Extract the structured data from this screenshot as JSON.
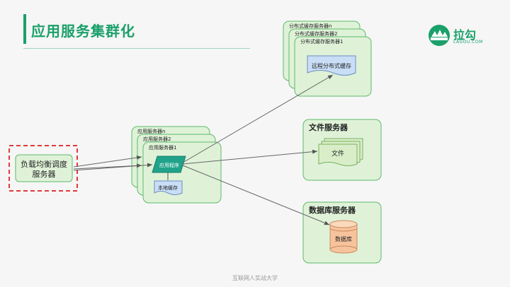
{
  "title": "应用服务集群化",
  "logo": {
    "name": "拉勾",
    "sub": "LAGOU.COM",
    "color": "#1aa06a"
  },
  "colors": {
    "node_fill": "#dff2d8",
    "node_stroke": "#5cba6a",
    "accent": "#1aa06a",
    "lb_border": "#e03a3a",
    "app_program_fill": "#20a38a",
    "cache_fill": "#c9def6",
    "file_fill": "#d9eec8",
    "db_fill": "#f7c39c"
  },
  "load_balancer": {
    "label_line1": "负载均衡调度",
    "label_line2": "服务器"
  },
  "app_cluster": {
    "servers": [
      "应用服务器n",
      "应用服务器2",
      "应用服务器1"
    ],
    "program": "应用程序",
    "local_cache": "本地缓存"
  },
  "cache_cluster": {
    "servers": [
      "分布式缓存服务器n",
      "分布式缓存服务器2",
      "分布式缓存服务器1"
    ],
    "remote_cache": "远程分布式缓存"
  },
  "file_server": {
    "title": "文件服务器",
    "item": "文件"
  },
  "db_server": {
    "title": "数据库服务器",
    "item": "数据库"
  },
  "footer": "互联网人实战大学"
}
